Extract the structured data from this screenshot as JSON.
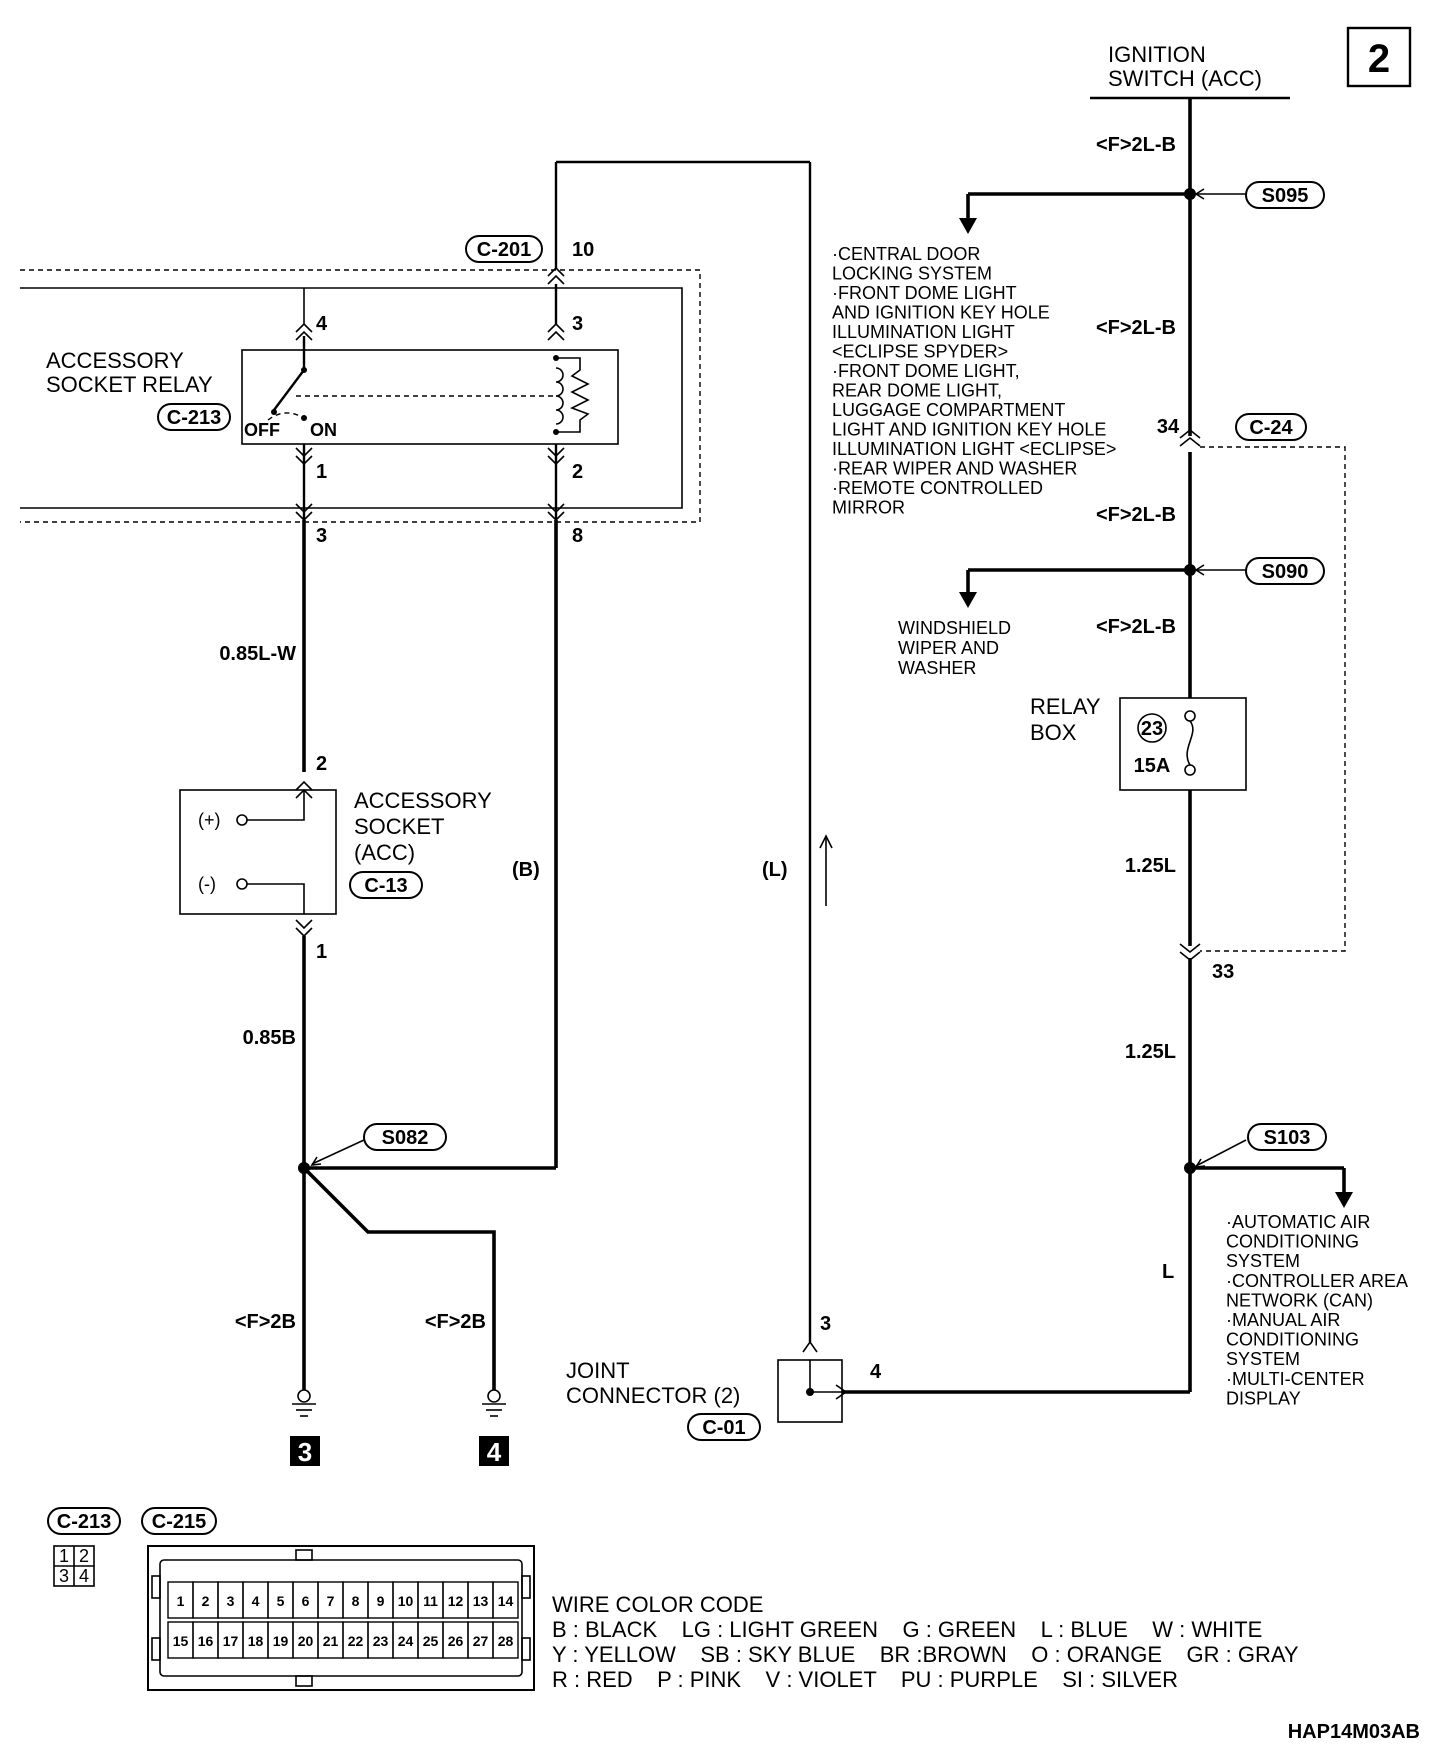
{
  "page_number": "2",
  "ignition_switch": {
    "line1": "IGNITION",
    "line2": "SWITCH (ACC)"
  },
  "wire_labels": {
    "ign_top": "<F>2L-B",
    "ign_mid": "<F>2L-B",
    "ign_lower": "<F>2L-B",
    "ign_after_s090": "<F>2L-B",
    "relay_out": "0.85L-W",
    "socket_gnd": "0.85B",
    "b_wire": "(B)",
    "l_wire": "(L)",
    "after_fuse": "1.25L",
    "after_c24": "1.25L",
    "l_final": "L",
    "gnd3": "<F>2B",
    "gnd4": "<F>2B"
  },
  "splices": {
    "s095": "S095",
    "s090": "S090",
    "s082": "S082",
    "s103": "S103"
  },
  "connectors": {
    "c201": "C-201",
    "c213": "C-213",
    "c13": "C-13",
    "c24": "C-24",
    "c01": "C-01",
    "legend_c213": "C-213",
    "legend_c215": "C-215"
  },
  "pins": {
    "c201_10": "10",
    "relay_4": "4",
    "relay_3": "3",
    "relay_1": "1",
    "relay_2": "2",
    "c201_3": "3",
    "c201_8": "8",
    "socket_2": "2",
    "socket_1": "1",
    "c24_34": "34",
    "c24_33": "33",
    "joint_3": "3",
    "joint_4": "4"
  },
  "accessory_relay": {
    "line1": "ACCESSORY",
    "line2": "SOCKET RELAY",
    "off": "OFF",
    "on": "ON"
  },
  "accessory_socket": {
    "line1": "ACCESSORY",
    "line2": "SOCKET",
    "line3": "(ACC)",
    "plus": "(+)",
    "minus": "(-)"
  },
  "relay_box": {
    "line1": "RELAY",
    "line2": "BOX",
    "fuse_no": "23",
    "fuse_rating": "15A"
  },
  "joint_connector": {
    "line1": "JOINT",
    "line2": "CONNECTOR (2)"
  },
  "ground_refs": {
    "g3": "3",
    "g4": "4"
  },
  "s095_branch": [
    "·CENTRAL DOOR",
    "LOCKING SYSTEM",
    "·FRONT DOME LIGHT",
    "AND IGNITION KEY HOLE",
    "ILLUMINATION LIGHT",
    "<ECLIPSE SPYDER>",
    "·FRONT DOME LIGHT,",
    "REAR DOME LIGHT,",
    "LUGGAGE COMPARTMENT",
    "LIGHT AND IGNITION KEY HOLE",
    "ILLUMINATION LIGHT <ECLIPSE>",
    "·REAR WIPER AND WASHER",
    "·REMOTE CONTROLLED",
    "MIRROR"
  ],
  "s090_branch": [
    "WINDSHIELD",
    "WIPER AND",
    "WASHER"
  ],
  "s103_branch": [
    "·AUTOMATIC AIR",
    "CONDITIONING",
    "SYSTEM",
    "·CONTROLLER AREA",
    "NETWORK (CAN)",
    "·MANUAL AIR",
    "CONDITIONING",
    "SYSTEM",
    "·MULTI-CENTER",
    "DISPLAY"
  ],
  "c213_pins": [
    "1",
    "2",
    "3",
    "4"
  ],
  "c215_pins_top": [
    "1",
    "2",
    "3",
    "4",
    "5",
    "6",
    "7",
    "8",
    "9",
    "10",
    "11",
    "12",
    "13",
    "14"
  ],
  "c215_pins_bottom": [
    "15",
    "16",
    "17",
    "18",
    "19",
    "20",
    "21",
    "22",
    "23",
    "24",
    "25",
    "26",
    "27",
    "28"
  ],
  "wire_color_code": {
    "title": "WIRE COLOR CODE",
    "row1": "B : BLACK    LG : LIGHT GREEN    G : GREEN    L : BLUE    W : WHITE",
    "row2": "Y : YELLOW    SB : SKY BLUE    BR :BROWN    O : ORANGE    GR : GRAY",
    "row3": "R : RED    P : PINK    V : VIOLET    PU : PURPLE    SI : SILVER"
  },
  "doc_code": "HAP14M03AB"
}
